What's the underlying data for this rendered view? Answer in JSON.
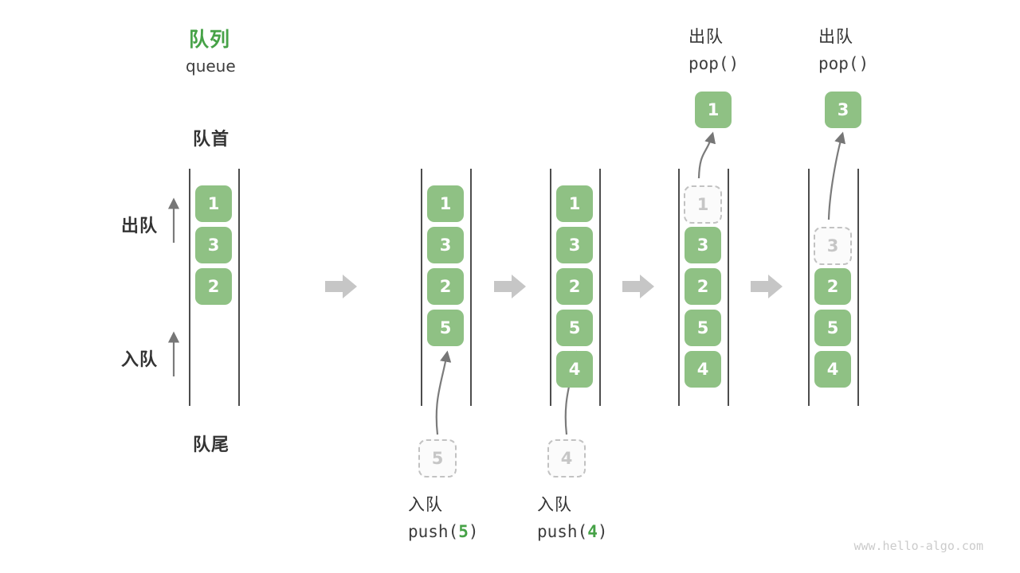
{
  "title": {
    "zh": "队列",
    "en": "queue"
  },
  "side_labels": {
    "front": "队首",
    "rear": "队尾",
    "dequeue": "出队",
    "enqueue": "入队"
  },
  "watermark": "www.hello-algo.com",
  "colors": {
    "accent_green": "#46a247",
    "box_green": "#8fc184",
    "dark_text": "#333333",
    "queue_line": "#4d4d4d",
    "block_arrow": "#c6c6c6",
    "thin_arrow": "#7b7b7b",
    "ghost_border": "#c2c2c2",
    "ghost_text": "#c6c6c6",
    "watermark_gray": "#cbcbcb"
  },
  "states": [
    {
      "name": "initial-queue",
      "slots": [
        {
          "row": 0,
          "value": "1",
          "ghost": false
        },
        {
          "row": 1,
          "value": "3",
          "ghost": false
        },
        {
          "row": 2,
          "value": "2",
          "ghost": false
        }
      ]
    },
    {
      "name": "after-push-5",
      "slots": [
        {
          "row": 0,
          "value": "1",
          "ghost": false
        },
        {
          "row": 1,
          "value": "3",
          "ghost": false
        },
        {
          "row": 2,
          "value": "2",
          "ghost": false
        },
        {
          "row": 3,
          "value": "5",
          "ghost": false
        }
      ],
      "incoming": {
        "value": "5"
      },
      "op": {
        "type": "push",
        "zh": "入队",
        "code_pre": "push(",
        "code_arg": "5",
        "code_post": ")"
      }
    },
    {
      "name": "after-push-4",
      "slots": [
        {
          "row": 0,
          "value": "1",
          "ghost": false
        },
        {
          "row": 1,
          "value": "3",
          "ghost": false
        },
        {
          "row": 2,
          "value": "2",
          "ghost": false
        },
        {
          "row": 3,
          "value": "5",
          "ghost": false
        },
        {
          "row": 4,
          "value": "4",
          "ghost": false
        }
      ],
      "incoming": {
        "value": "4"
      },
      "op": {
        "type": "push",
        "zh": "入队",
        "code_pre": "push(",
        "code_arg": "4",
        "code_post": ")"
      }
    },
    {
      "name": "after-pop-1",
      "slots": [
        {
          "row": 0,
          "value": "1",
          "ghost": true
        },
        {
          "row": 1,
          "value": "3",
          "ghost": false
        },
        {
          "row": 2,
          "value": "2",
          "ghost": false
        },
        {
          "row": 3,
          "value": "5",
          "ghost": false
        },
        {
          "row": 4,
          "value": "4",
          "ghost": false
        }
      ],
      "popped": {
        "value": "1"
      },
      "op": {
        "type": "pop",
        "zh": "出队",
        "code_pre": "pop()",
        "code_arg": "",
        "code_post": ""
      }
    },
    {
      "name": "after-pop-3",
      "slots": [
        {
          "row": 1,
          "value": "3",
          "ghost": true
        },
        {
          "row": 2,
          "value": "2",
          "ghost": false
        },
        {
          "row": 3,
          "value": "5",
          "ghost": false
        },
        {
          "row": 4,
          "value": "4",
          "ghost": false
        }
      ],
      "popped": {
        "value": "3"
      },
      "op": {
        "type": "pop",
        "zh": "出队",
        "code_pre": "pop()",
        "code_arg": "",
        "code_post": ""
      }
    }
  ]
}
